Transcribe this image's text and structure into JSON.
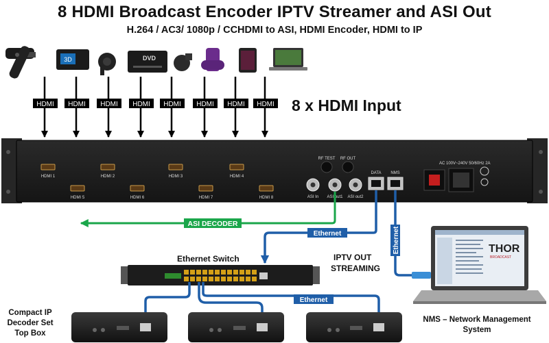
{
  "header": {
    "title": "8 HDMI Broadcast Encoder IPTV Streamer and ASI Out",
    "subtitle": "H.264 / AC3/ 1080p / CCHDMI to ASI, HDMI Encoder, HDMI to IP"
  },
  "sources": {
    "hdmi_tag": "HDMI",
    "count_label": "8 x HDMI Input",
    "devices": [
      "fire-tv-stick",
      "media-box",
      "chromecast",
      "dvd-player",
      "chromecast-2",
      "roku-stick",
      "tablet",
      "laptop"
    ]
  },
  "rack": {
    "ports_top": [
      "HDMI 1",
      "HDMI 2",
      "HDMI 3",
      "HDMI 4"
    ],
    "ports_bottom": [
      "HDMI 5",
      "HDMI 6",
      "HDMI 7",
      "HDMI 8"
    ],
    "rf_test": "RF TEST",
    "rf_out": "RF OUT",
    "asi_in": "ASI In",
    "asi_out1": "ASI out1",
    "asi_out2": "ASI out2",
    "data": "DATA",
    "nms": "NMS",
    "power": "AC 100V~240V 50/60Hz 2A"
  },
  "links": {
    "asi_decoder": "ASI DECODER",
    "ethernet": "Ethernet",
    "iptv_out": "IPTV OUT",
    "streaming": "STREAMING"
  },
  "switch": {
    "title": "Ethernet Switch"
  },
  "decoder": {
    "line1": "Compact IP",
    "line2": "Decoder Set",
    "line3": "Top Box"
  },
  "nms": {
    "line1": "NMS – Network Management",
    "line2": "System",
    "screen_logo": "THOR",
    "screen_logo_sub": "BROADCAST"
  },
  "colors": {
    "asi_green": "#1aa64a",
    "ethernet_blue": "#1f5ea8",
    "chassis": "#1e1e1e"
  }
}
